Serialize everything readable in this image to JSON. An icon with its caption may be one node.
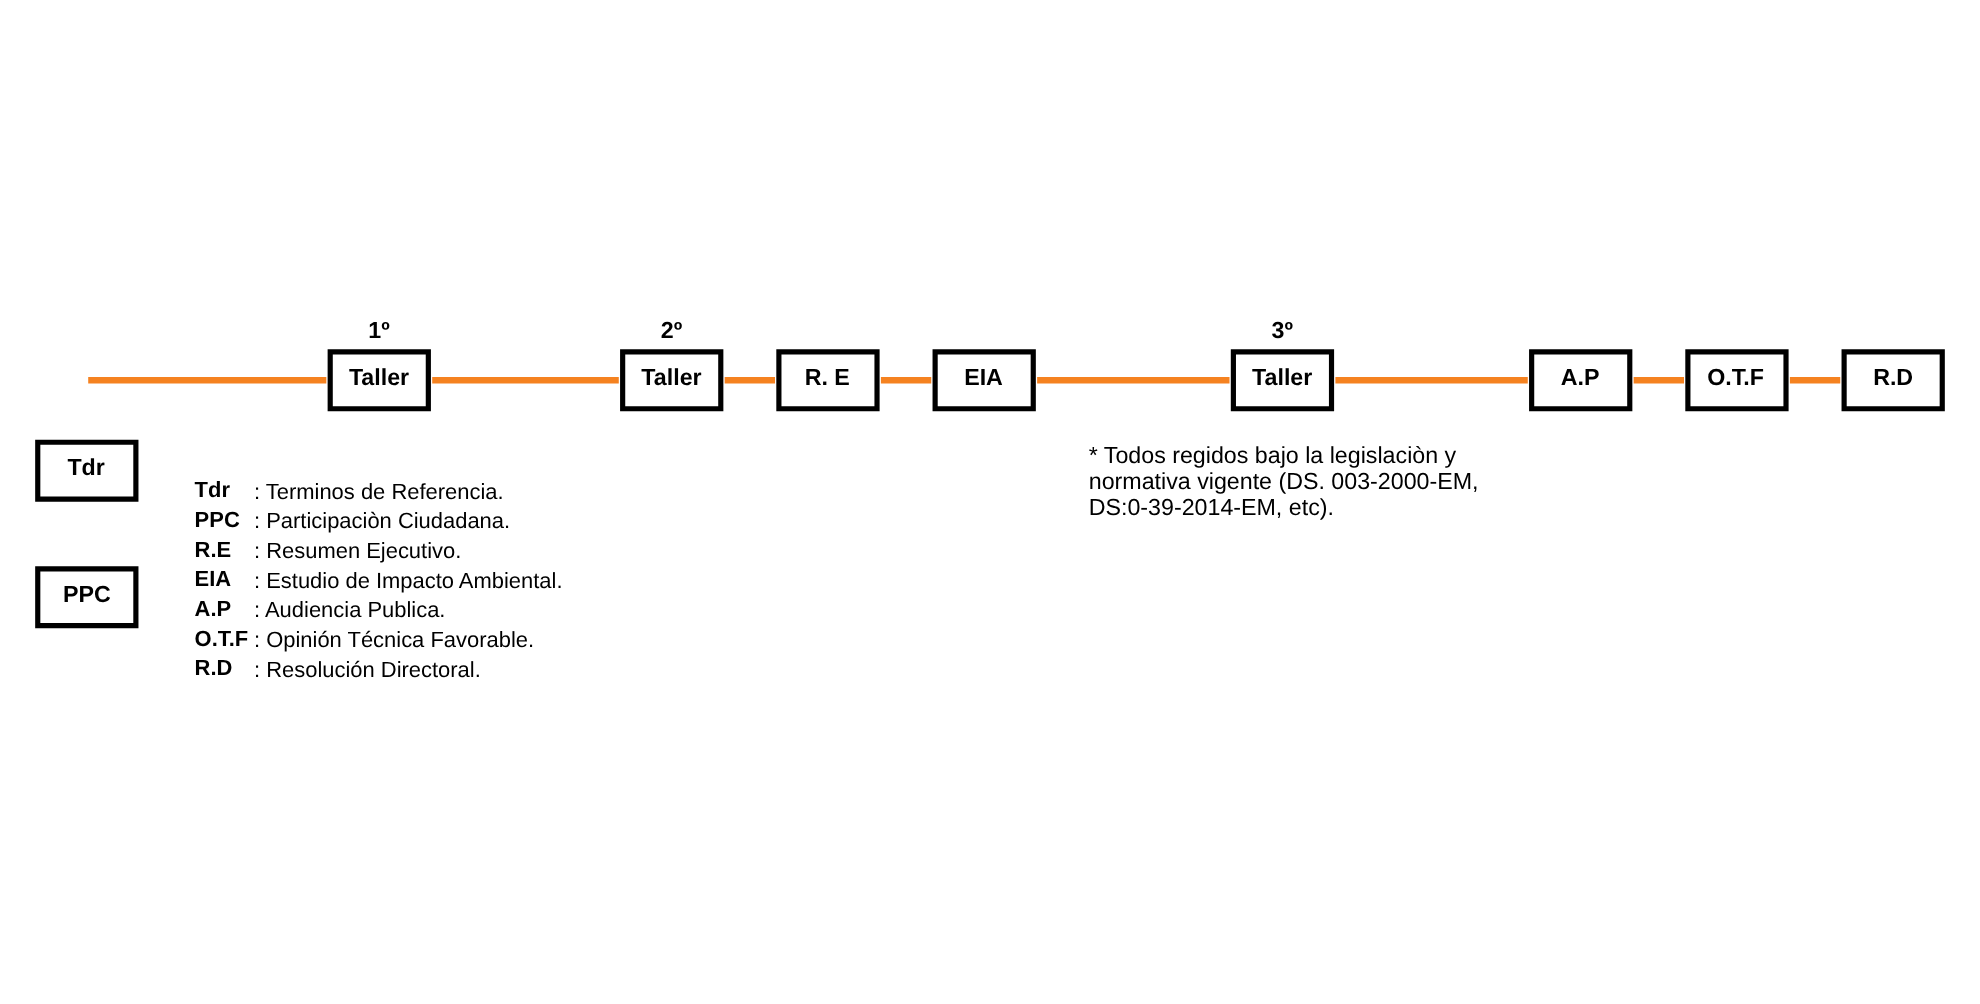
{
  "diagram": {
    "nodes": [
      {
        "text": [
          "Tdr"
        ]
      },
      {
        "text": [
          "PPC"
        ]
      },
      {
        "text": [
          "Taller"
        ],
        "beside": [
          "1º"
        ]
      },
      {
        "text": [
          "Taller"
        ],
        "beside": [
          "2º"
        ]
      },
      {
        "text": [
          "R. E"
        ]
      },
      {
        "text": [
          "EIA"
        ]
      },
      {
        "text": [
          "Taller"
        ],
        "beside": [
          "3º"
        ]
      },
      {
        "text": [
          "A.P"
        ]
      },
      {
        "text": [
          "O.T.F"
        ]
      },
      {
        "text": [
          "R.D"
        ]
      }
    ],
    "edges": [
      {
        "from": null,
        "to": 2,
        "arrow": "none"
      },
      {
        "from": 2,
        "to": 3,
        "arrow": "none"
      },
      {
        "from": 3,
        "to": 4,
        "arrow": "none"
      },
      {
        "from": 4,
        "to": 5,
        "arrow": "none"
      },
      {
        "from": 5,
        "to": 6,
        "arrow": "none"
      },
      {
        "from": 6,
        "to": 7,
        "arrow": "none"
      },
      {
        "from": 7,
        "to": 8,
        "arrow": "none"
      },
      {
        "from": 8,
        "to": 9,
        "arrow": "none"
      }
    ],
    "labels": [
      "Tdr",
      ": Terminos de Referencia.",
      "PPC",
      ": Participaciòn Ciudadana.",
      "R.E",
      ": Resumen Ejecutivo.",
      "EIA",
      ": Estudio de Impacto Ambiental.",
      "A.P",
      ": Audiencia Publica.",
      "O.T.F",
      ": Opinión Técnica Favorable.",
      "R.D",
      ": Resolución Directoral.",
      "* Todos regidos bajo la legislaciòn y normativa vigente (DS. 003-2000-EM, DS:0-39-2014-EM, etc)."
    ]
  }
}
